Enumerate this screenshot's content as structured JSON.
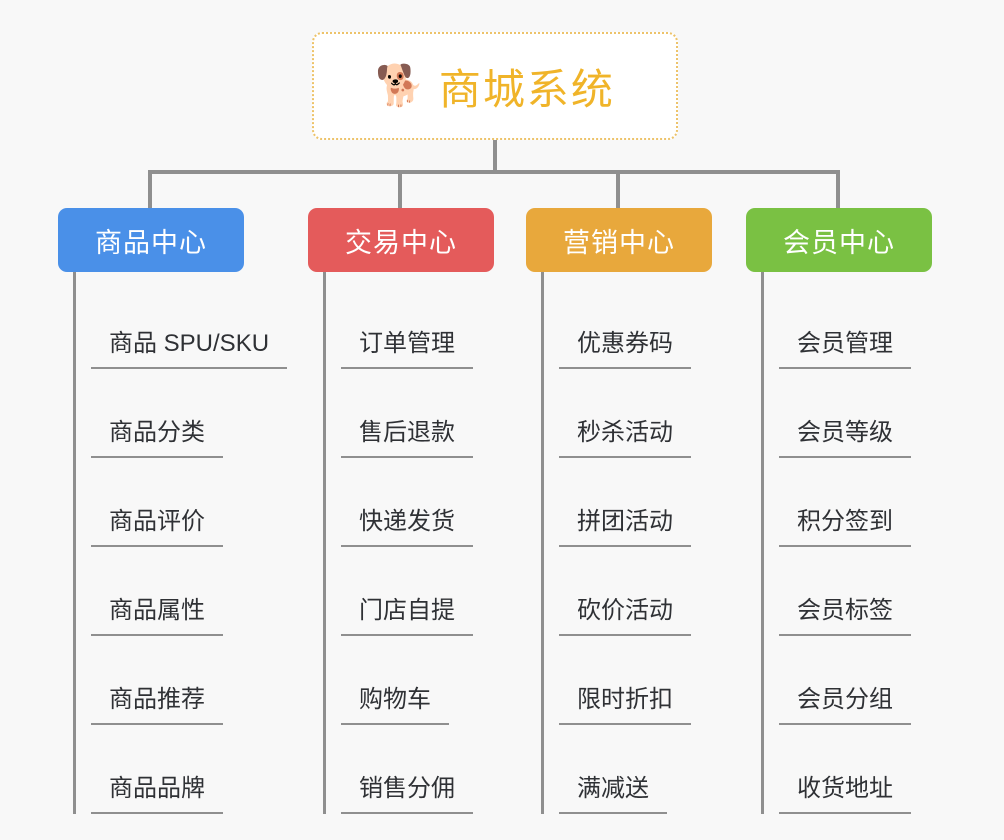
{
  "background_color": "#f8f8f8",
  "root": {
    "icon": "shiba-dog-face-emoji",
    "emoji": "🐕",
    "title": "商城系统",
    "text_color": "#f0b429",
    "border_color": "#edc36a",
    "background": "#ffffff"
  },
  "connector_color": "#8f8f8f",
  "columns": [
    {
      "label": "商品中心",
      "color": "#4a90e8",
      "items": [
        "商品 SPU/SKU",
        "商品分类",
        "商品评价",
        "商品属性",
        "商品推荐",
        "商品品牌"
      ]
    },
    {
      "label": "交易中心",
      "color": "#e45b5b",
      "items": [
        "订单管理",
        "售后退款",
        "快递发货",
        "门店自提",
        "购物车",
        "销售分佣"
      ]
    },
    {
      "label": "营销中心",
      "color": "#e8a83c",
      "items": [
        "优惠券码",
        "秒杀活动",
        "拼团活动",
        "砍价活动",
        "限时折扣",
        "满减送"
      ]
    },
    {
      "label": "会员中心",
      "color": "#7ac143",
      "items": [
        "会员管理",
        "会员等级",
        "积分签到",
        "会员标签",
        "会员分组",
        "收货地址"
      ]
    }
  ]
}
